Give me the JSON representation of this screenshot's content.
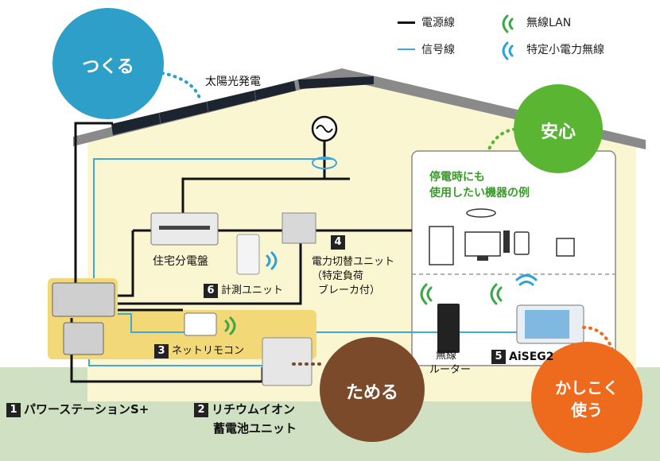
{
  "legend": {
    "power_line": "電源線",
    "signal_line": "信号線",
    "wireless_lan": "無線LAN",
    "specified_low_power": "特定小電力無線"
  },
  "colors": {
    "power_line": "#111111",
    "signal_line": "#3fa7dc",
    "wifi_green": "#3aa845",
    "wifi_blue": "#29a3d8",
    "tsukuru": "#2e9fc8",
    "anshin": "#5ab532",
    "tameru": "#7a4a2a",
    "tsukau": "#ee6b1e",
    "house_fill": "#fbf6d2",
    "ground": "#cfe0c3",
    "highlight": "#f3d877"
  },
  "circles": {
    "tsukuru": "つくる",
    "anshin": "安心",
    "tameru": "ためる",
    "tsukau_line1": "かしこく",
    "tsukau_line2": "使う"
  },
  "labels": {
    "solar": "太陽光発電",
    "distribution_board": "住宅分電盤",
    "outage_title_1": "停電時にも",
    "outage_title_2": "使用したい機器の例",
    "router_1": "無線",
    "router_2": "ルーター"
  },
  "components": [
    {
      "num": "1",
      "name": "パワーステーションS+"
    },
    {
      "num": "2",
      "name_line1": "リチウムイオン",
      "name_line2": "蓄電池ユニット"
    },
    {
      "num": "3",
      "name": "ネットリモコン"
    },
    {
      "num": "4",
      "name_line1": "電力切替ユニット",
      "name_line2": "（特定負荷",
      "name_line3": "ブレーカ付）"
    },
    {
      "num": "5",
      "name": "AiSEG2"
    },
    {
      "num": "6",
      "name": "計測ユニット"
    }
  ]
}
